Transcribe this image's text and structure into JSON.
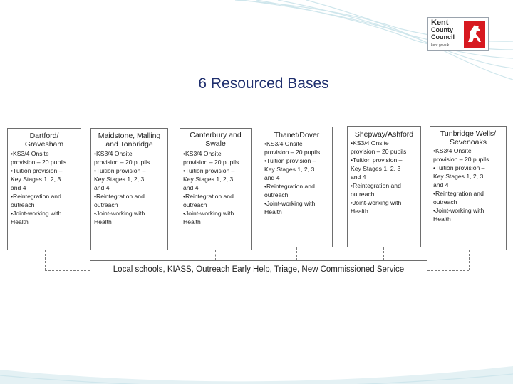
{
  "title": "6 Resourced Bases",
  "logo": {
    "line1": "Kent",
    "line2": "County",
    "line3": "Council",
    "tagline": "kent.gov.uk",
    "icon": "white-horse-icon",
    "accent_color": "#d71920"
  },
  "bases": [
    {
      "name_lines": [
        "Dartford/",
        "Gravesham"
      ],
      "body_lines": [
        "•KS3/4 Onsite",
        "provision – 20 pupils",
        "•Tuition provision –",
        "Key Stages 1, 2, 3",
        "and 4",
        "•Reintegration and",
        "outreach",
        "•Joint-working with",
        "Health"
      ]
    },
    {
      "name_lines": [
        "Maidstone, Malling",
        "and Tonbridge"
      ],
      "body_lines": [
        "•KS3/4 Onsite",
        "provision – 20 pupils",
        "•Tuition provision –",
        "Key Stages 1, 2, 3",
        "and 4",
        "•Reintegration and",
        "outreach",
        "•Joint-working with",
        "Health"
      ]
    },
    {
      "name_lines": [
        "Canterbury and",
        "Swale"
      ],
      "body_lines": [
        "•KS3/4 Onsite",
        "provision – 20 pupils",
        "•Tuition provision –",
        "Key Stages 1, 2, 3",
        "and 4",
        "•Reintegration and",
        "outreach",
        "•Joint-working with",
        "Health"
      ]
    },
    {
      "name_lines": [
        "Thanet/Dover"
      ],
      "body_lines": [
        "•KS3/4 Onsite",
        "provision – 20 pupils",
        "•Tuition provision –",
        "Key Stages 1, 2, 3",
        "and 4",
        "•Reintegration and",
        "outreach",
        "•Joint-working with",
        "Health"
      ]
    },
    {
      "name_lines": [
        "Shepway/Ashford"
      ],
      "body_lines": [
        "•KS3/4 Onsite",
        "provision – 20 pupils",
        "•Tuition provision –",
        "Key Stages 1, 2, 3",
        "and 4",
        "•Reintegration and",
        "outreach",
        "•Joint-working with",
        "Health"
      ]
    },
    {
      "name_lines": [
        "Tunbridge Wells/",
        "Sevenoaks"
      ],
      "body_lines": [
        "•KS3/4 Onsite",
        "provision – 20 pupils",
        "•Tuition provision –",
        "Key Stages 1, 2, 3",
        "and 4",
        "•Reintegration and",
        "outreach",
        "•Joint-working with",
        "Health"
      ]
    }
  ],
  "footer_text": "Local schools, KIASS, Outreach Early Help, Triage, New Commissioned Service",
  "colors": {
    "title": "#1f2f6e",
    "decoration": "#cfe6ec"
  }
}
